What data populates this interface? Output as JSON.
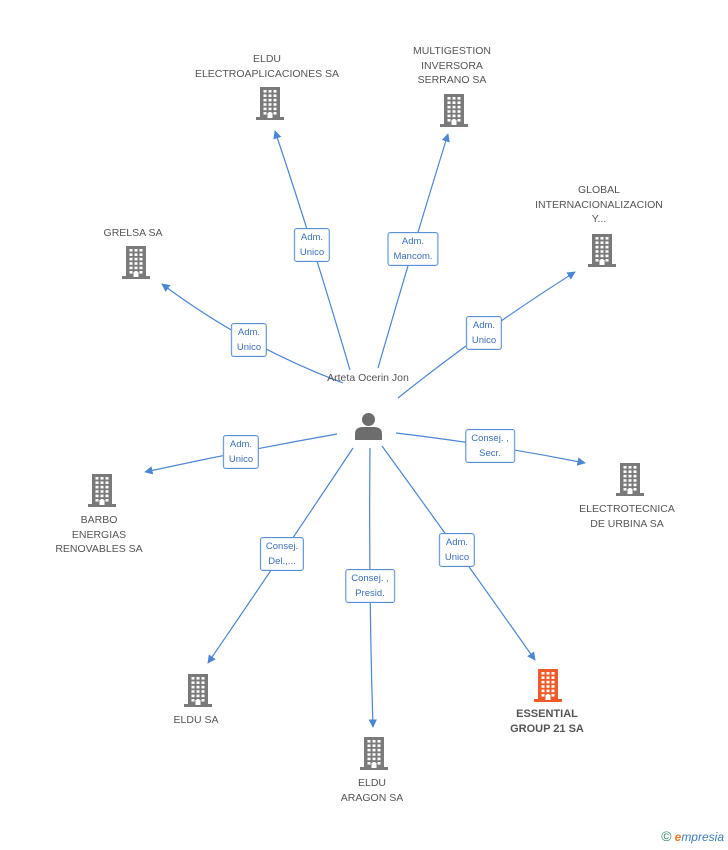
{
  "center": {
    "name_lines": [
      "Arteta",
      "Ocerin Jon"
    ]
  },
  "nodes": [
    {
      "id": "eldu-electro",
      "lines": [
        "ELDU",
        "ELECTROAPLICACIONES SA"
      ],
      "highlight": false
    },
    {
      "id": "multigestion",
      "lines": [
        "MULTIGESTION",
        "INVERSORA",
        "SERRANO SA"
      ],
      "highlight": false
    },
    {
      "id": "grelsa",
      "lines": [
        "GRELSA SA"
      ],
      "highlight": false
    },
    {
      "id": "global",
      "lines": [
        "GLOBAL",
        "INTERNACIONALIZACION",
        "Y..."
      ],
      "highlight": false
    },
    {
      "id": "barbo",
      "lines": [
        "BARBO",
        "ENERGIAS",
        "RENOVABLES SA"
      ],
      "highlight": false
    },
    {
      "id": "electrotecnica",
      "lines": [
        "ELECTROTECNICA",
        "DE URBINA SA"
      ],
      "highlight": false
    },
    {
      "id": "eldu-sa",
      "lines": [
        "ELDU SA"
      ],
      "highlight": false
    },
    {
      "id": "eldu-aragon",
      "lines": [
        "ELDU",
        "ARAGON SA"
      ],
      "highlight": false
    },
    {
      "id": "essential",
      "lines": [
        "ESSENTIAL",
        "GROUP 21 SA"
      ],
      "highlight": true
    }
  ],
  "edges": [
    {
      "to": "eldu-electro",
      "lines": [
        "Adm.",
        "Unico"
      ]
    },
    {
      "to": "multigestion",
      "lines": [
        "Adm.",
        "Mancom."
      ]
    },
    {
      "to": "grelsa",
      "lines": [
        "Adm.",
        "Unico"
      ]
    },
    {
      "to": "global",
      "lines": [
        "Adm.",
        "Unico"
      ]
    },
    {
      "to": "barbo",
      "lines": [
        "Adm.",
        "Unico"
      ]
    },
    {
      "to": "electrotecnica",
      "lines": [
        "Consej. ,",
        "Secr."
      ]
    },
    {
      "to": "eldu-sa",
      "lines": [
        "Consej.",
        "Del.,..."
      ]
    },
    {
      "to": "eldu-aragon",
      "lines": [
        "Consej. ,",
        "Presid."
      ]
    },
    {
      "to": "essential",
      "lines": [
        "Adm.",
        "Unico"
      ]
    }
  ],
  "colors": {
    "edge": "#4a86d4",
    "building": "#7a7a7a",
    "building_highlight": "#f05a28",
    "person": "#6d6d6d"
  },
  "footer": {
    "copyright_symbol": "©",
    "brand_first": "e",
    "brand_rest": "mpresia"
  }
}
